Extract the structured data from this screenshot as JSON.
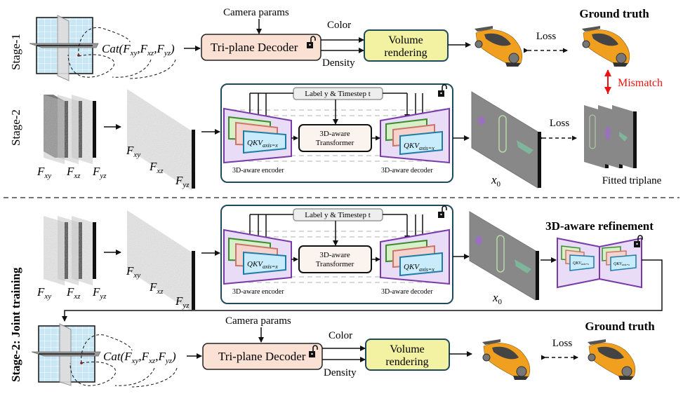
{
  "stage_labels": {
    "stage1": "Stage-1",
    "stage2": "Stage-2",
    "stage2_joint": "Stage-2: Joint training"
  },
  "stage1": {
    "camera_params": "Camera params",
    "decoder": "Tri-plane Decoder",
    "color": "Color",
    "density": "Density",
    "volume_line1": "Volume",
    "volume_line2": "rendering",
    "loss": "Loss",
    "ground_truth": "Ground truth",
    "mismatch": "Mismatch",
    "cat_prefix": "Cat(",
    "cat_suffix": ")"
  },
  "stage2": {
    "label_timestep": "Label y & Timestep t",
    "transformer_line1": "3D-aware",
    "transformer_line2": "Transformer",
    "encoder": "3D-aware encoder",
    "decoder": "3D-aware decoder",
    "qkv": "QKV",
    "qkv_sub": "axis=x",
    "x0": "x",
    "x0_sub": "0",
    "loss": "Loss",
    "fitted": "Fitted triplane"
  },
  "joint": {
    "refinement": "3D-aware refinement",
    "camera_params": "Camera params",
    "decoder": "Tri-plane Decoder",
    "color": "Color",
    "density": "Density",
    "volume_line1": "Volume",
    "volume_line2": "rendering",
    "loss": "Loss",
    "ground_truth": "Ground truth"
  },
  "planes": {
    "F": "F",
    "xy": "xy",
    "xz": "xz",
    "yz": "yz"
  },
  "colors": {
    "decoder_fill": "#fbe0d4",
    "volume_fill": "#f3f2a3",
    "volume_stroke": "#1f4a5c",
    "module_border": "#1f4a5c",
    "encoder_fill": "#e8dcf7",
    "encoder_stroke": "#7a3aa8",
    "green_fill": "#d7f0c8",
    "green_stroke": "#3c8a2e",
    "red_fill": "#f6d2cc",
    "red_stroke": "#c9756b",
    "blue_fill": "#c8ecfb",
    "blue_stroke": "#1f7ba8",
    "mismatch": "#ee1111",
    "car_body": "#f0a01e",
    "grid_fill": "#c9e6f5"
  }
}
